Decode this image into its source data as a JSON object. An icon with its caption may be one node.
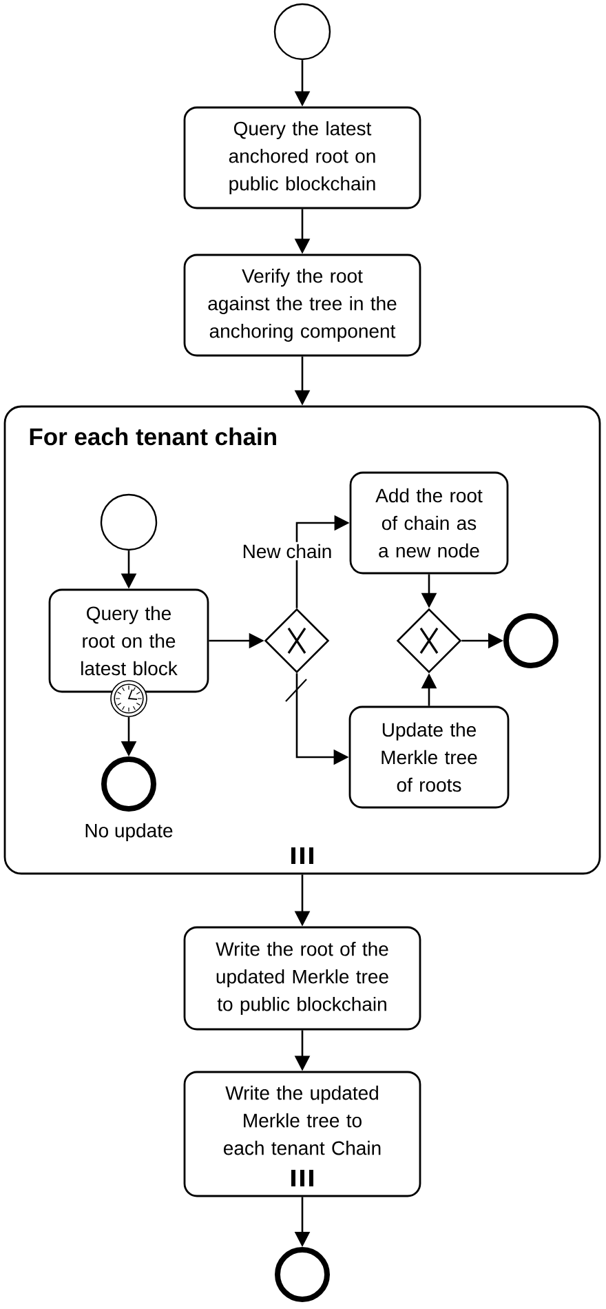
{
  "diagram": {
    "nodes": [
      {
        "text": [],
        "shape": "circle"
      },
      {
        "text": [
          "Query the latest anchored root on public blockchain"
        ]
      },
      {
        "text": [
          "Verify the root against the tree in the anchoring component"
        ]
      },
      {
        "text": [
          "For each tenant chain"
        ]
      },
      {
        "text": [],
        "shape": "circle",
        "in": 3
      },
      {
        "text": [
          "Query the root on the latest block"
        ],
        "in": 3
      },
      {
        "text": [],
        "shape": "circle",
        "in": 3
      },
      {
        "text": [],
        "shape": "circle",
        "in": 3,
        "beside": [
          "No update"
        ]
      },
      {
        "text": [],
        "shape": "diamond",
        "in": 3
      },
      {
        "text": [
          "Add the root of chain as a new node"
        ],
        "in": 3
      },
      {
        "text": [
          "Update the Merkle tree of roots"
        ],
        "in": 3
      },
      {
        "text": [],
        "shape": "diamond",
        "in": 3
      },
      {
        "text": [],
        "shape": "circle",
        "in": 3
      },
      {
        "text": [
          "Write the root of the updated Merkle tree to public blockchain"
        ]
      },
      {
        "text": [
          "Write the updated Merkle tree to each tenant Chain"
        ]
      },
      {
        "text": [],
        "shape": "circle"
      }
    ],
    "edges": [
      {
        "from": 0,
        "to": 1,
        "arrow": "to"
      },
      {
        "from": 1,
        "to": 2,
        "arrow": "to"
      },
      {
        "from": 2,
        "to": 3,
        "arrow": "to"
      },
      {
        "from": 4,
        "to": 5,
        "arrow": "to"
      },
      {
        "from": 5,
        "to": 8,
        "arrow": "to"
      },
      {
        "from": 6,
        "to": 7,
        "arrow": "to"
      },
      {
        "from": 8,
        "to": 9,
        "arrow": "to",
        "label": "New chain"
      },
      {
        "from": 8,
        "to": 10,
        "arrow": "to"
      },
      {
        "from": 9,
        "to": 11,
        "arrow": "to"
      },
      {
        "from": 10,
        "to": 11,
        "arrow": "to"
      },
      {
        "from": 11,
        "to": 12,
        "arrow": "to"
      },
      {
        "from": 3,
        "to": 13,
        "arrow": "to"
      },
      {
        "from": 13,
        "to": 14,
        "arrow": "to"
      },
      {
        "from": 14,
        "to": 15,
        "arrow": "to"
      }
    ]
  }
}
